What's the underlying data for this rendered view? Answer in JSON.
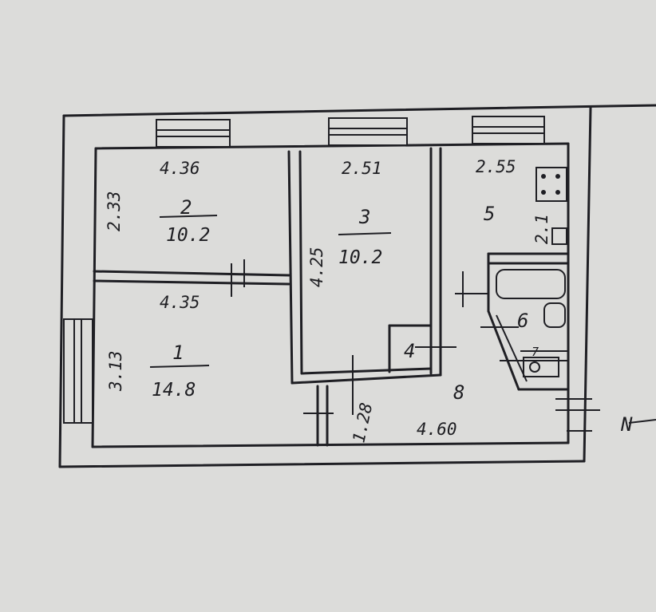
{
  "plan": {
    "rooms": [
      {
        "number": "1",
        "area": "14.8",
        "dims": [
          "4.35",
          "3.13"
        ]
      },
      {
        "number": "2",
        "area": "10.2",
        "dims": [
          "4.36",
          "2.33"
        ]
      },
      {
        "number": "3",
        "area": "10.2",
        "dims": [
          "2.51",
          "4.25"
        ]
      },
      {
        "number": "4"
      },
      {
        "number": "5",
        "dims": [
          "2.55",
          "2.1"
        ]
      },
      {
        "number": "6"
      },
      {
        "number": "7"
      },
      {
        "number": "8",
        "dims": [
          "4.60",
          "1.28"
        ]
      }
    ],
    "entrance_mark": "N"
  },
  "colors": {
    "paper": "#dcdcda",
    "ink": "#1f1f24"
  }
}
